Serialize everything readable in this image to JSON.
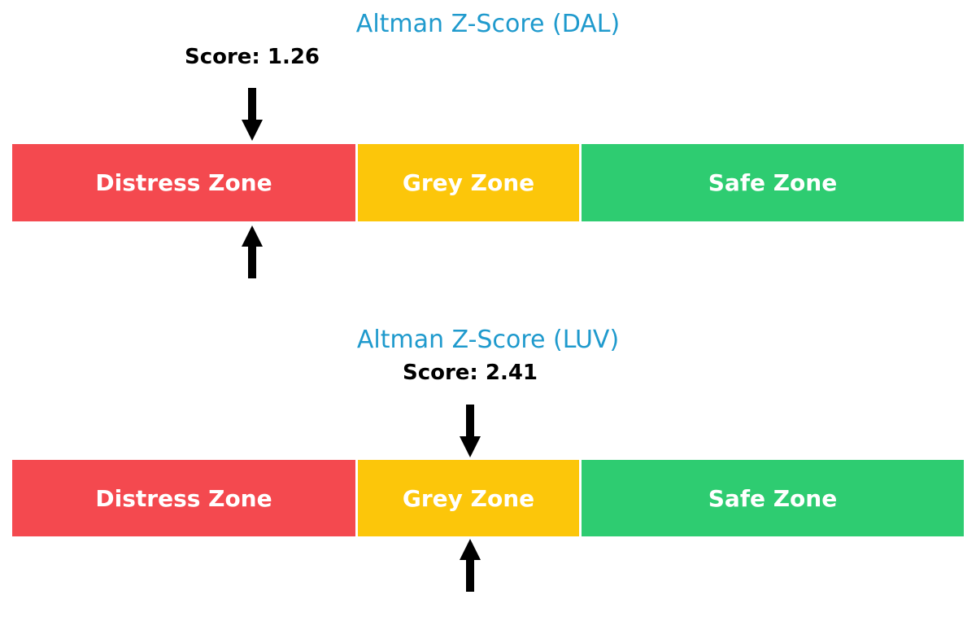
{
  "page": {
    "background_color": "#ffffff",
    "title_color": "#1f9acd",
    "text_color": "#000000",
    "arrow_color": "#000000"
  },
  "chart_data": [
    {
      "type": "bar",
      "orientation": "horizontal-stacked",
      "title": "Altman Z-Score (DAL)",
      "ticker": "DAL",
      "score": 1.26,
      "score_label": "Score: 1.26",
      "score_zone": "Distress Zone",
      "xlim": [
        0,
        5
      ],
      "grid": false,
      "axes_visible": false,
      "marker": "black arrow above and below bar at score position",
      "segments": [
        {
          "label": "Distress Zone",
          "start": 0,
          "end": 1.81,
          "color": "#f4494f",
          "text_color": "#ffffff"
        },
        {
          "label": "Grey Zone",
          "start": 1.81,
          "end": 2.99,
          "color": "#fcc60a",
          "text_color": "#ffffff"
        },
        {
          "label": "Safe Zone",
          "start": 2.99,
          "end": 5,
          "color": "#2ecc71",
          "text_color": "#ffffff"
        }
      ]
    },
    {
      "type": "bar",
      "orientation": "horizontal-stacked",
      "title": "Altman Z-Score (LUV)",
      "ticker": "LUV",
      "score": 2.41,
      "score_label": "Score: 2.41",
      "score_zone": "Grey Zone",
      "xlim": [
        0,
        5
      ],
      "grid": false,
      "axes_visible": false,
      "marker": "black arrow above and below bar at score position",
      "segments": [
        {
          "label": "Distress Zone",
          "start": 0,
          "end": 1.81,
          "color": "#f4494f",
          "text_color": "#ffffff"
        },
        {
          "label": "Grey Zone",
          "start": 1.81,
          "end": 2.99,
          "color": "#fcc60a",
          "text_color": "#ffffff"
        },
        {
          "label": "Safe Zone",
          "start": 2.99,
          "end": 5,
          "color": "#2ecc71",
          "text_color": "#ffffff"
        }
      ]
    }
  ]
}
